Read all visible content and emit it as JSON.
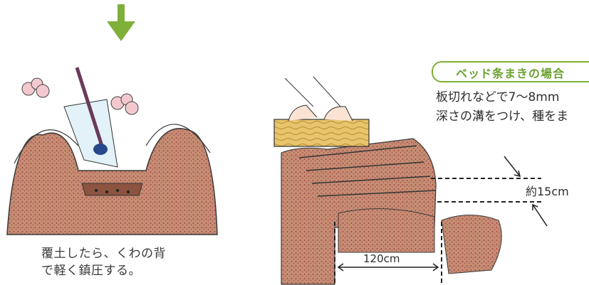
{
  "left_illustration": {
    "caption_lines": [
      "覆土したら、くわの背",
      "で軽く鎮圧する。"
    ],
    "arrow_color": "#7fb03a"
  },
  "right_illustration": {
    "badge_label": "ベッド条まきの場合",
    "instruction_lines": [
      "板切れなどで7〜8mm",
      "深さの溝をつけ、種をま"
    ],
    "depth_label": "約15cm",
    "width_label": "120cm",
    "accent_color": "#7fb03a",
    "soil_color": "#b77a5e"
  }
}
